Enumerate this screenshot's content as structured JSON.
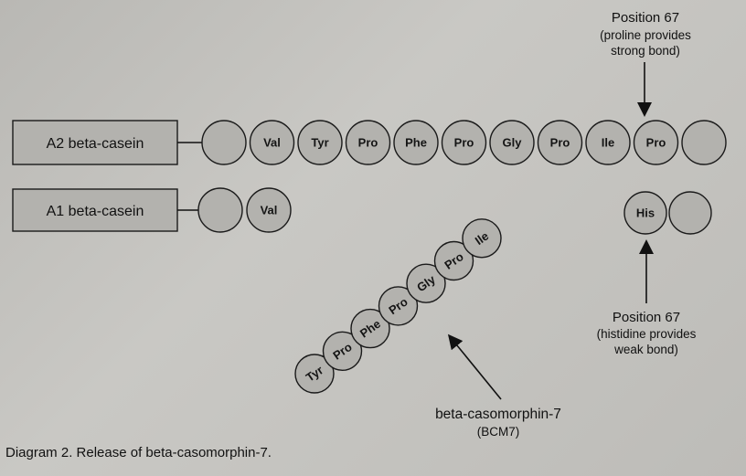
{
  "diagram": {
    "a2_label": "A2 beta-casein",
    "a1_label": "A1 beta-casein",
    "a2_residues": [
      "",
      "Val",
      "Tyr",
      "Pro",
      "Phe",
      "Pro",
      "Gly",
      "Pro",
      "Ile",
      "Pro",
      ""
    ],
    "a1_residues": [
      "",
      "Val"
    ],
    "a1_his_residues": [
      "His",
      ""
    ],
    "bcm7_residues": [
      "Tyr",
      "Pro",
      "Phe",
      "Pro",
      "Gly",
      "Pro",
      "Ile"
    ],
    "pos67_top": [
      "Position 67",
      "(proline provides",
      "strong bond)"
    ],
    "pos67_bottom": [
      "Position 67",
      "(histidine provides",
      "weak bond)"
    ],
    "bcm7_label": [
      "beta-casomorphin-7",
      "(BCM7)"
    ],
    "caption": "Diagram 2. Release of beta-casomorphin-7."
  }
}
